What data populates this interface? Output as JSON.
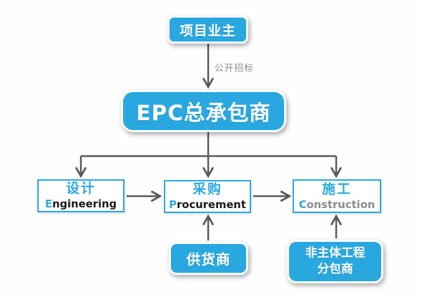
{
  "colors": {
    "accent-blue": "#29a8e0",
    "line-gray": "#595959",
    "muted-text": "#8c8c8c",
    "dark-text": "#1a1a1a"
  },
  "nodes": {
    "owner": {
      "label": "项目业主"
    },
    "epc": {
      "label": "EPC总承包商"
    },
    "design": {
      "zh": "设计",
      "en_first": "E",
      "en_rest": "ngineering"
    },
    "procurement": {
      "zh": "采购",
      "en_first": "P",
      "en_rest": "rocurement"
    },
    "construction": {
      "zh": "施工",
      "en_first": "C",
      "en_rest": "onstruction"
    },
    "supplier": {
      "label": "供货商"
    },
    "subcontractor": {
      "line1": "非主体工程",
      "line2": "分包商"
    }
  },
  "edges": {
    "bidding_label": "公开招标"
  }
}
